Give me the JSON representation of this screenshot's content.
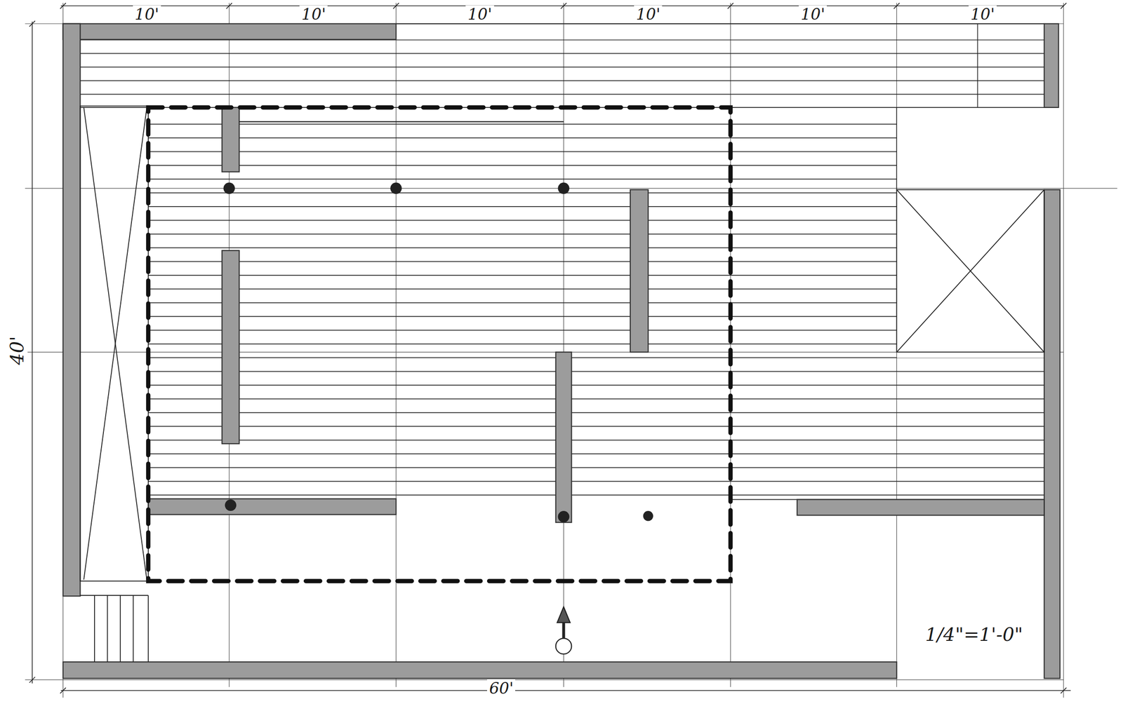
{
  "diagram": {
    "labels": [
      "10'",
      "10'",
      "10'",
      "10'",
      "10'",
      "10'",
      "40'",
      "60'",
      "1/4\"=1'-0\""
    ]
  }
}
